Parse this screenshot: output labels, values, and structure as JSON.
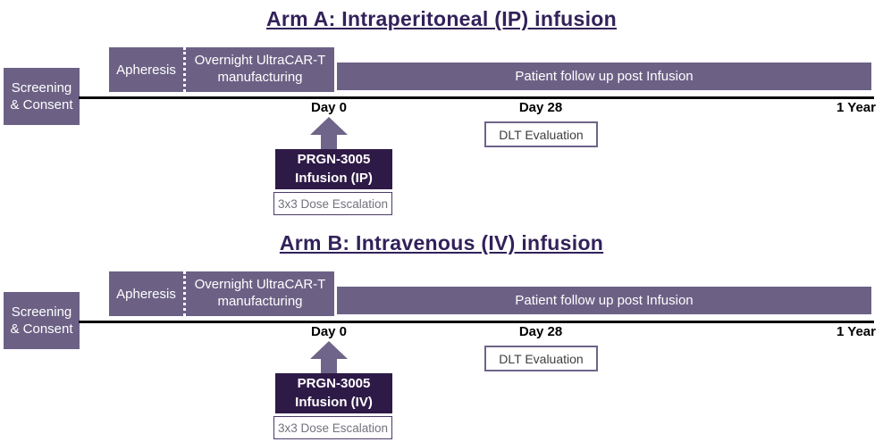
{
  "colors": {
    "purple": "#6C6185",
    "dark_purple": "#2E1A47",
    "title_purple": "#32215A",
    "arrow_purple": "#6F6489",
    "dose_border": "#4A3A6A",
    "dose_text": "#72727E",
    "dlt_text": "#3E3E3E",
    "timeline_black": "#0B0B0B"
  },
  "arms": [
    {
      "title": "Arm A: Intraperitoneal (IP) infusion",
      "screening_label": "Screening\n& Consent",
      "apheresis_label": "Apheresis",
      "manufacturing_label": "Overnight UltraCAR-T\nmanufacturing",
      "followup_label": "Patient follow up post Infusion",
      "day0_label": "Day 0",
      "day28_label": "Day 28",
      "year_label": "1 Year",
      "dlt_label": "DLT Evaluation",
      "infusion_label": "PRGN-3005\nInfusion (IP)",
      "dose_label": "3x3 Dose Escalation"
    },
    {
      "title": "Arm B: Intravenous (IV) infusion",
      "screening_label": "Screening\n& Consent",
      "apheresis_label": "Apheresis",
      "manufacturing_label": "Overnight UltraCAR-T\nmanufacturing",
      "followup_label": "Patient follow up post Infusion",
      "day0_label": "Day 0",
      "day28_label": "Day 28",
      "year_label": "1 Year",
      "dlt_label": "DLT Evaluation",
      "infusion_label": "PRGN-3005\nInfusion (IV)",
      "dose_label": "3x3 Dose Escalation"
    }
  ]
}
